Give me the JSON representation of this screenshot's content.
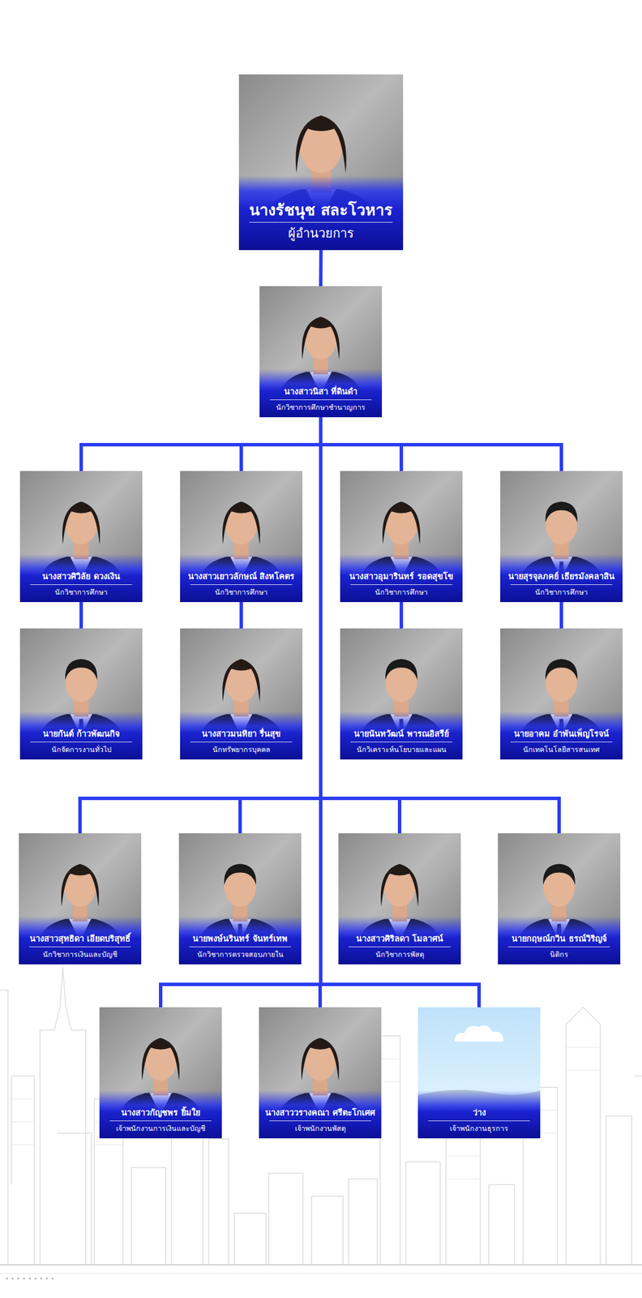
{
  "diagram": {
    "nodes": [
      {
        "text": [
          "นางรัชนุช สละโวหาร",
          "ผู้อำนวยการ"
        ]
      },
      {
        "text": [
          "นางสาวนิสา ที่ดินดำ",
          "นักวิชาการศึกษาชำนาญการ"
        ]
      },
      {
        "text": [
          "นางสาวศิวิลัย ดวงเงิน",
          "นักวิชาการศึกษา"
        ]
      },
      {
        "text": [
          "นางสาวเยาวลักษณ์ สิงหโคตร",
          "นักวิชาการศึกษา"
        ]
      },
      {
        "text": [
          "นางสาวอุมารินทร์ รอดสุขโข",
          "นักวิชาการศึกษา"
        ]
      },
      {
        "text": [
          "นายสุรจุลภคย์ เธียรมังคลาสิน",
          "นักวิชาการศึกษา"
        ]
      },
      {
        "text": [
          "นายกันต์ ก้าวพัฒนกิจ",
          "นักจัดการงานทั่วไป"
        ]
      },
      {
        "text": [
          "นางสาวมนทิยา รื่นสุข",
          "นักทรัพยากรบุคคล"
        ]
      },
      {
        "text": [
          "นายนันทวัฒน์ พารณอิสรีย์",
          "นักวิเคราะห์นโยบายและแผน"
        ]
      },
      {
        "text": [
          "นายอาคม อำพันเพ็ญโรจน์",
          "นักเทคโนโลยีสารสนเทศ"
        ]
      },
      {
        "text": [
          "นางสาวสุทธิดา เอียดบริสุทธิ์",
          "นักวิชาการเงินและบัญชี"
        ]
      },
      {
        "text": [
          "นายพงษ์นรินทร์ จันทร์เทพ",
          "นักวิชาการตรวจสอบภายใน"
        ]
      },
      {
        "text": [
          "นางสาวศิริลดา โมลาศน์",
          "นักวิชาการพัสดุ"
        ]
      },
      {
        "text": [
          "นายกฤษณ์กวิน ธรณ์วิริญจ์",
          "นิติกร"
        ]
      },
      {
        "text": [
          "นางสาวกัญชพร ยิ้มใย",
          "เจ้าพนักงานการเงินและบัญชี"
        ]
      },
      {
        "text": [
          "นางสาววรางคณา ศรีตะโกเศศ",
          "เจ้าพนักงานพัสดุ"
        ]
      },
      {
        "text": [
          "ว่าง",
          "เจ้าพนักงานธุรการ"
        ]
      }
    ],
    "edges": [
      {
        "from": 0,
        "to": 1,
        "arrow": "none"
      },
      {
        "from": 1,
        "to": 2,
        "arrow": "none"
      },
      {
        "from": 1,
        "to": 3,
        "arrow": "none"
      },
      {
        "from": 1,
        "to": 4,
        "arrow": "none"
      },
      {
        "from": 1,
        "to": 5,
        "arrow": "none"
      },
      {
        "from": 2,
        "to": 6,
        "arrow": "none"
      },
      {
        "from": 3,
        "to": 7,
        "arrow": "none"
      },
      {
        "from": 4,
        "to": 8,
        "arrow": "none"
      },
      {
        "from": 5,
        "to": 9,
        "arrow": "none"
      },
      {
        "from": 1,
        "to": 10,
        "arrow": "none"
      },
      {
        "from": 1,
        "to": 11,
        "arrow": "none"
      },
      {
        "from": 1,
        "to": 12,
        "arrow": "none"
      },
      {
        "from": 1,
        "to": 13,
        "arrow": "none"
      },
      {
        "from": 1,
        "to": 14,
        "arrow": "none"
      },
      {
        "from": 1,
        "to": 15,
        "arrow": "none"
      },
      {
        "from": 1,
        "to": 16,
        "arrow": "none"
      }
    ]
  }
}
